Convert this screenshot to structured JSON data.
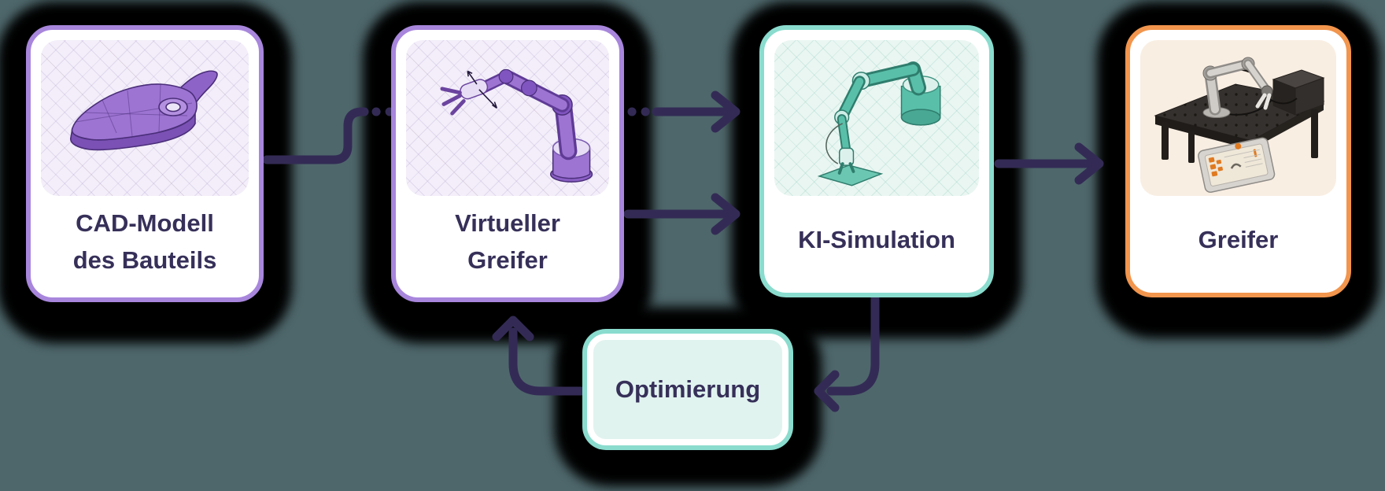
{
  "canvas": {
    "background_color": "#4e676b",
    "glow_color": "#000000",
    "arrow_color": "#332b55",
    "text_color": "#363059"
  },
  "cards": [
    {
      "id": "cad-modell",
      "lines": [
        "CAD-Modell",
        "des Bauteils"
      ],
      "border_color": "#a886dc",
      "image": "cad-part-render"
    },
    {
      "id": "virtueller-greifer",
      "lines": [
        "Virtueller",
        "Greifer"
      ],
      "border_color": "#a886dc",
      "image": "purple-robot-arm-render"
    },
    {
      "id": "ki-simulation",
      "lines": [
        "KI-Simulation"
      ],
      "border_color": "#8adcce",
      "image": "teal-robot-arm-render"
    },
    {
      "id": "greifer",
      "lines": [
        "Greifer"
      ],
      "border_color": "#f2954d",
      "image": "robot-arm-photo"
    }
  ],
  "optimierung": {
    "label": "Optimierung",
    "border_color": "#8adcce",
    "fill_color": "#e1f3ef"
  },
  "arrows": [
    {
      "from": "cad-modell",
      "to": "virtueller-greifer",
      "style": "solid-then-dotted"
    },
    {
      "from": "virtueller-greifer",
      "to": "ki-simulation",
      "style": "dotted-then-solid-arrowhead"
    },
    {
      "from": "virtueller-greifer",
      "to": "ki-simulation",
      "style": "solid-arrowhead"
    },
    {
      "from": "ki-simulation",
      "to": "greifer",
      "style": "solid-arrowhead"
    },
    {
      "from": "ki-simulation",
      "to": "optimierung",
      "style": "solid-arrowhead-curved"
    },
    {
      "from": "optimierung",
      "to": "virtueller-greifer",
      "style": "solid-arrowhead-curved"
    }
  ]
}
